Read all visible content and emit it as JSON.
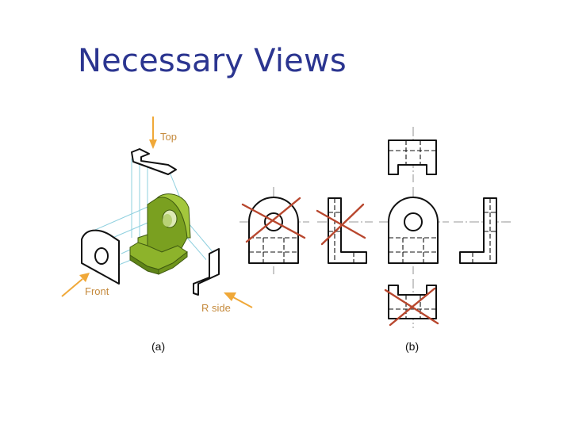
{
  "title": "Necessary Views",
  "figure_a": {
    "caption": "(a)",
    "labels": {
      "top": "Top",
      "front": "Front",
      "r_side": "R side"
    }
  },
  "figure_b": {
    "caption": "(b)"
  },
  "colors": {
    "title": "#2b3590",
    "label": "#c58a3c",
    "arrow": "#f0a838",
    "projection_line": "#8fd0df",
    "object_fill": "#8db32b",
    "cross_mark": "#b8472e"
  }
}
